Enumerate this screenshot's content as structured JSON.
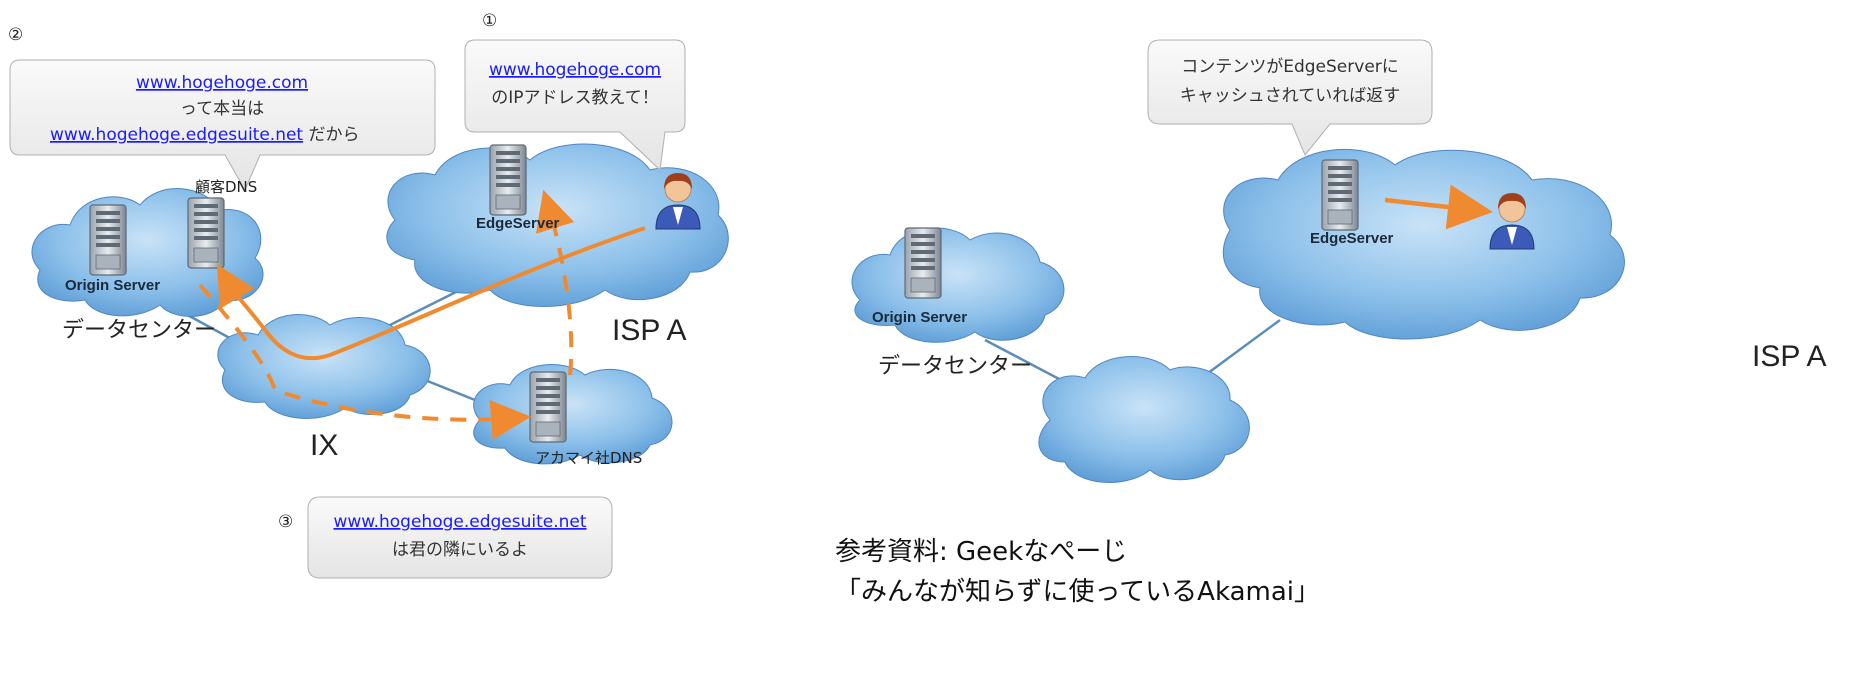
{
  "left": {
    "step1": "①",
    "step2": "②",
    "step3": "③",
    "bubble1": {
      "link": "www.hogehoge.com",
      "line2": "のIPアドレス教えて！"
    },
    "bubble2": {
      "link1": "www.hogehoge.com",
      "line2": "って本当は",
      "link3": "www.hogehoge.edgesuite.net",
      "suffix3": " だから"
    },
    "bubble3": {
      "link": "www.hogehoge.edgesuite.net",
      "line2": "は君の隣にいるよ"
    },
    "labels": {
      "customer_dns": "顧客DNS",
      "origin_server": "Origin Server",
      "data_center": "データセンター",
      "edge_server": "EdgeServer",
      "isp": "ISP A",
      "ix": "IX",
      "akamai_dns": "アカマイ社DNS"
    }
  },
  "right": {
    "bubble": {
      "line1": "コンテンツがEdgeServerに",
      "line2": "キャッシュされていれば返す"
    },
    "labels": {
      "origin_server": "Origin Server",
      "data_center": "データセンター",
      "edge_server": "EdgeServer",
      "isp": "ISP A"
    }
  },
  "reference": {
    "line1": "参考資料: Geekなぺーじ",
    "line2": "「みんなが知らずに使っているAkamai」"
  },
  "colors": {
    "cloud": "#5b9bd5",
    "arrow": "#f08a30",
    "link": "#1a1aff",
    "line": "#5b8db8"
  }
}
